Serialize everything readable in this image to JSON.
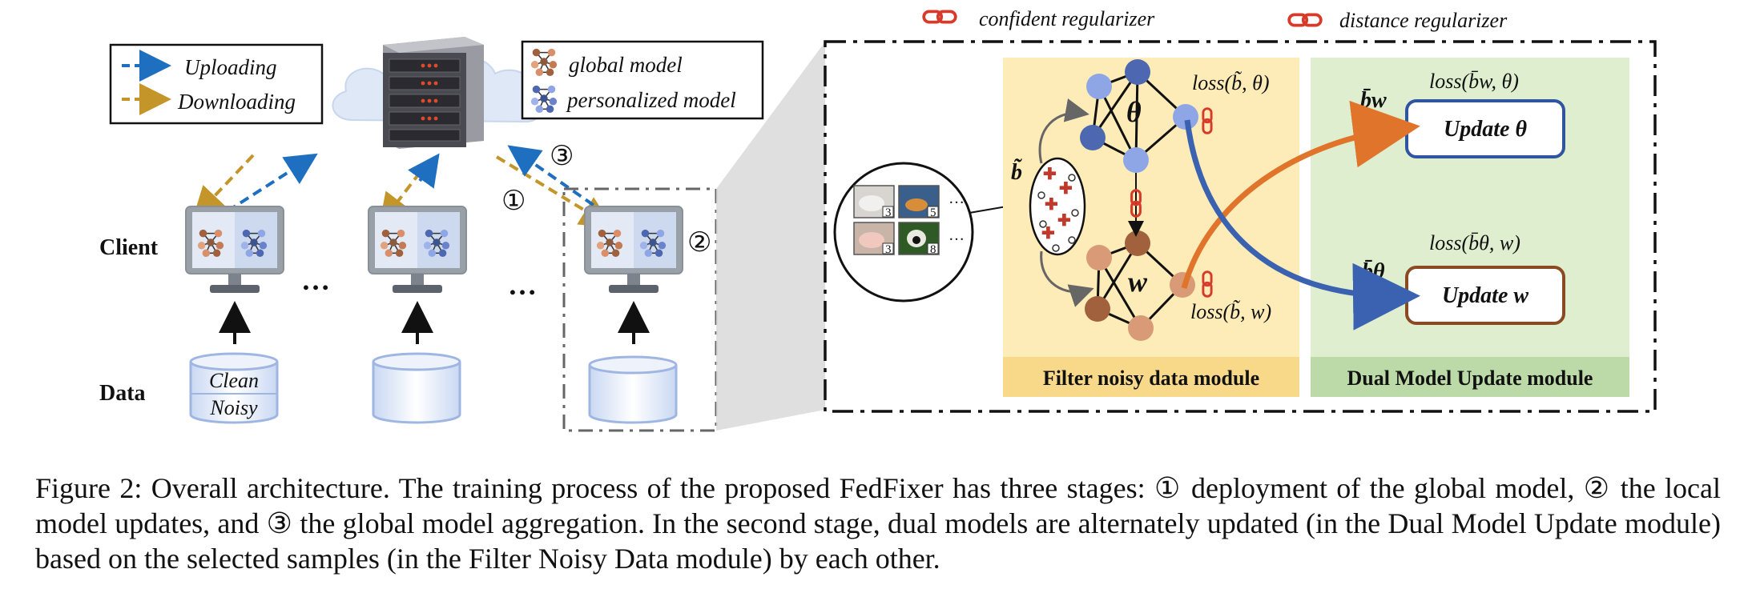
{
  "legend_left": {
    "uploading": "Uploading",
    "downloading": "Downloading"
  },
  "legend_models": {
    "global": "global model",
    "personalized": "personalized model"
  },
  "legend_top": {
    "confident": "confident regularizer",
    "distance": "distance regularizer"
  },
  "rows": {
    "client": "Client",
    "data": "Data"
  },
  "dots": "…",
  "db_labels": {
    "clean": "Clean",
    "noisy": "Noisy"
  },
  "steps": {
    "one": "①",
    "two": "②",
    "three": "③"
  },
  "thumb_numbers": [
    "3",
    "5",
    "3",
    "8"
  ],
  "filter_module": {
    "title": "Filter noisy data module",
    "loss_theta": "loss(b̃, θ)",
    "loss_w": "loss(b̃, w)",
    "theta": "θ",
    "w": "w",
    "b_tilde": "b̃"
  },
  "update_module": {
    "title": "Dual Model Update module",
    "loss_top": "loss(b̄w, θ)",
    "loss_bottom": "loss(b̄θ, w)",
    "update_theta": "Update θ",
    "update_w": "Update w",
    "b_w": "b̄w",
    "b_theta": "b̄θ"
  },
  "colors": {
    "upload": "#1f6fc0",
    "download": "#c4962a",
    "filter_bg": "#fdebb8",
    "update_bg": "#dfeecf",
    "filter_title_bg": "#f8d98a",
    "update_title_bg": "#bcdaa8",
    "theta_node": "#8fa6e6",
    "w_node": "#d99a78",
    "reg_red": "#d83a2a",
    "theta_box": "#2f55a0",
    "w_box": "#8a4a22",
    "orange_arrow": "#e0742a",
    "blue_arrow": "#3a62b0"
  },
  "caption": "Figure 2: Overall architecture. The training process of the proposed FedFixer has three stages: ① deployment of the global model, ② the local model updates, and ③ the global model aggregation. In the second stage, dual models are alternately updated (in the Dual Model Update module) based on the selected samples (in the Filter Noisy Data module) by each other."
}
